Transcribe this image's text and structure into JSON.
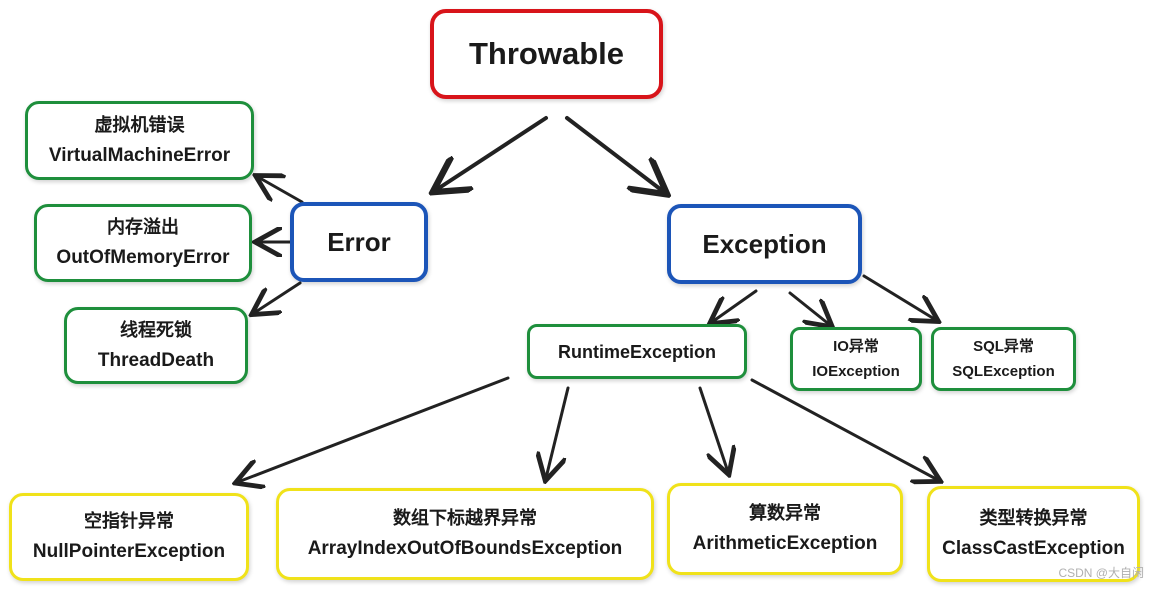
{
  "root": {
    "label": "Throwable"
  },
  "error": {
    "label": "Error"
  },
  "exception": {
    "label": "Exception"
  },
  "error_children": [
    {
      "zh": "虚拟机错误",
      "en": "VirtualMachineError"
    },
    {
      "zh": "内存溢出",
      "en": "OutOfMemoryError"
    },
    {
      "zh": "线程死锁",
      "en": "ThreadDeath"
    }
  ],
  "runtime": {
    "label": "RuntimeException"
  },
  "io": {
    "zh": "IO异常",
    "en": "IOException"
  },
  "sql": {
    "zh": "SQL异常",
    "en": "SQLException"
  },
  "runtime_children": [
    {
      "zh": "空指针异常",
      "en": "NullPointerException"
    },
    {
      "zh": "数组下标越界异常",
      "en": "ArrayIndexOutOfBoundsException"
    },
    {
      "zh": "算数异常",
      "en": "ArithmeticException"
    },
    {
      "zh": "类型转换异常",
      "en": "ClassCastException"
    }
  ],
  "watermark": "CSDN @大自闲",
  "colors": {
    "root_border": "#d8141a",
    "mid_border": "#1c55b8",
    "leaf_green": "#1e8f3c",
    "leaf_yellow": "#f0e21a",
    "arrow": "#222222"
  }
}
